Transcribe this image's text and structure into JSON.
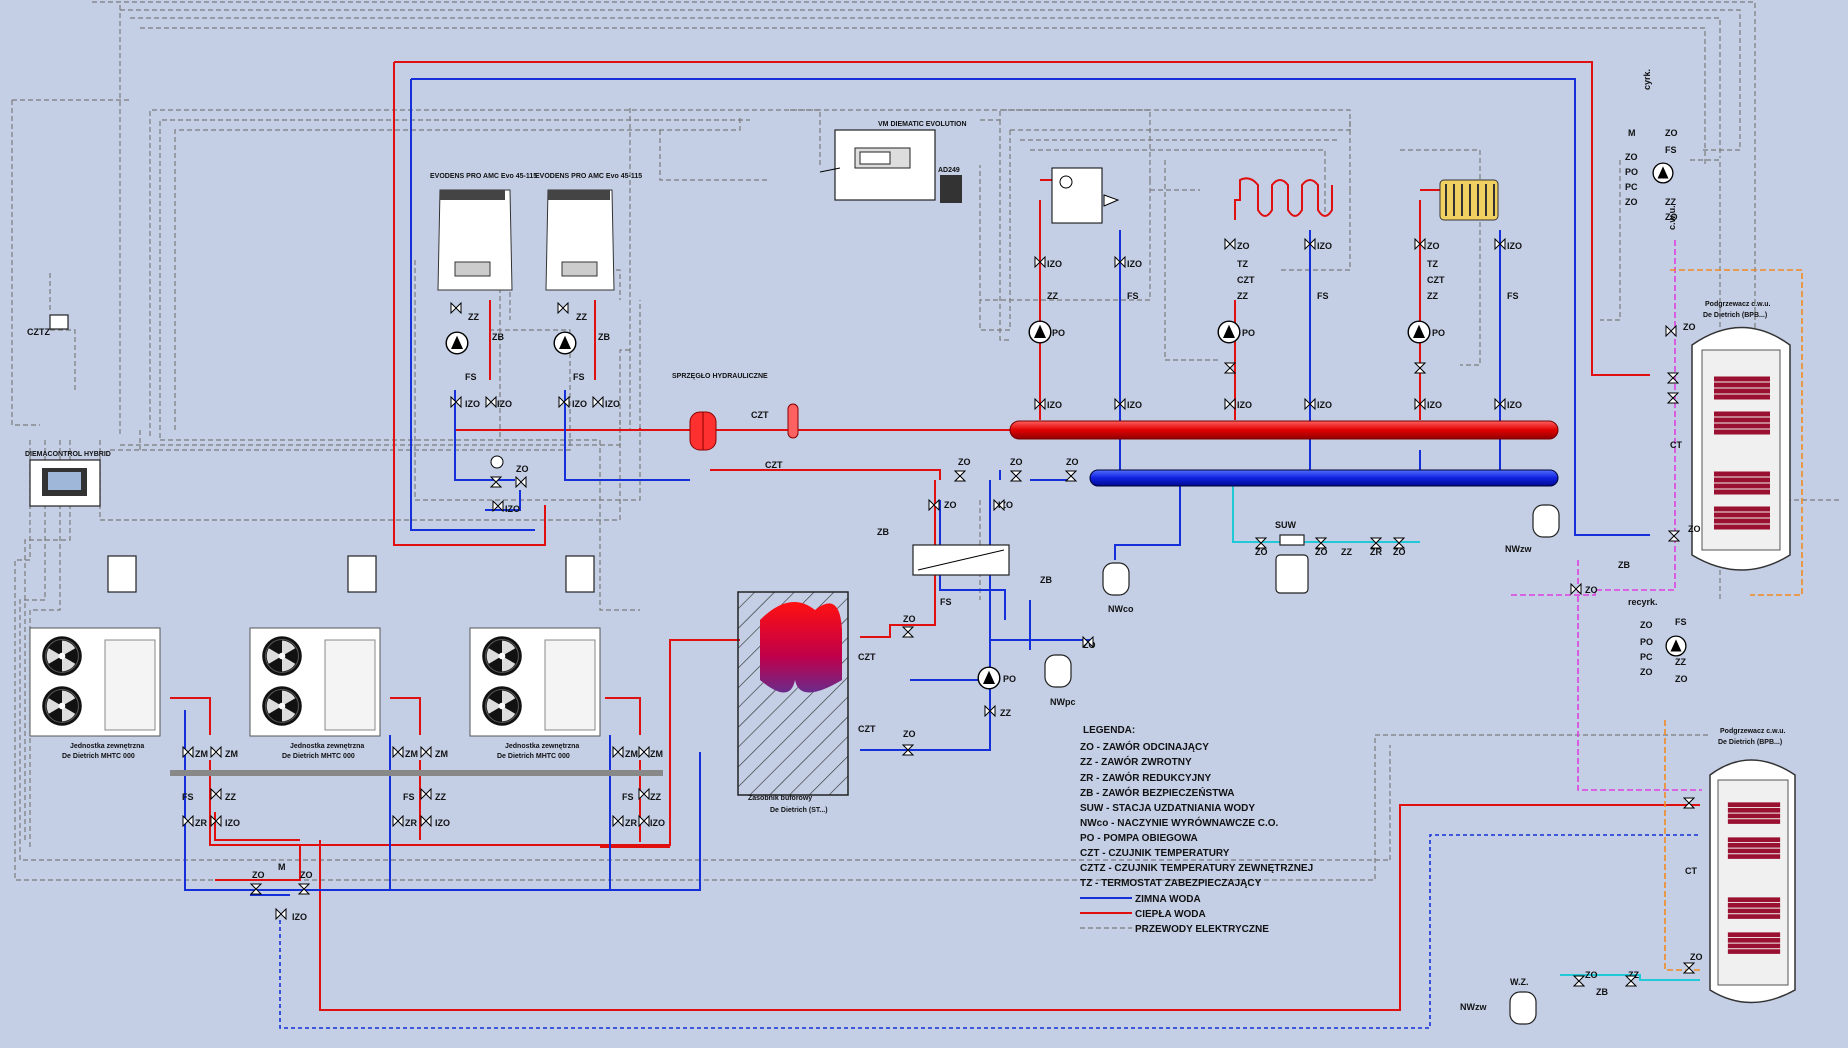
{
  "colors": {
    "hot": "#e01010",
    "cold": "#1530d8",
    "electric": "#7a7a7a",
    "background": "#c4cfe6"
  },
  "controllers": {
    "vm": "VM DIEMATIC EVOLUTION",
    "hybrid": "DIEMACONTROL HYBRID",
    "ad": "AD249"
  },
  "boilers": {
    "label1": "EVODENS PRO AMC Evo 45-115",
    "label2": "EVODENS PRO AMC Evo 45-115"
  },
  "components": {
    "sprzeglo": "SPRZĘGŁO HYDRAULICZNE",
    "buffer_label": "Zasobnik buforowy",
    "buffer_maker": "De Dietrich (ST...)",
    "suw": "SUW",
    "nwco": "NWco",
    "nwpc": "NWpc",
    "nwzw": "NWzw",
    "wz": "W.Z.",
    "cztz": "CZTZ",
    "cyrk": "cyrk.",
    "recyrk": "recyrk.",
    "cwu": "c.w.u.",
    "ct": "CT",
    "heater_label": "Podgrzewacz c.w.u.",
    "heater_maker": "De Dietrich (BPB...)"
  },
  "outdoor_units": [
    {
      "label": "Jednostka zewnętrzna",
      "model": "De Dietrich MHTC 000"
    },
    {
      "label": "Jednostka zewnętrzna",
      "model": "De Dietrich MHTC 000"
    },
    {
      "label": "Jednostka zewnętrzna",
      "model": "De Dietrich MHTC 000"
    }
  ],
  "tags": {
    "zo": "ZO",
    "izo": "IZO",
    "zz": "ZZ",
    "zb": "ZB",
    "fs": "FS",
    "po": "PO",
    "czt": "CZT",
    "tz": "TZ",
    "zm": "ZM",
    "zr": "ZR",
    "m": "M",
    "pc": "PC"
  },
  "legend": {
    "title": "LEGENDA:",
    "items": [
      "ZO - ZAWÓR ODCINAJĄCY",
      "ZZ - ZAWÓR ZWROTNY",
      "ZR - ZAWÓR REDUKCYJNY",
      "ZB - ZAWÓR BEZPIECZEŃSTWA",
      "SUW - STACJA UZDATNIANIA WODY",
      "NWco - NACZYNIE WYRÓWNAWCZE C.O.",
      "PO - POMPA OBIEGOWA",
      "CZT - CZUJNIK TEMPERATURY",
      "CZTZ - CZUJNIK TEMPERATURY ZEWNĘTRZNEJ",
      "TZ - TERMOSTAT ZABEZPIECZAJĄCY"
    ],
    "lines": [
      {
        "label": "ZIMNA WODA",
        "color": "#1530d8"
      },
      {
        "label": "CIEPŁA WODA",
        "color": "#e01010"
      },
      {
        "label": "PRZEWODY ELEKTRYCZNE",
        "color": "#7a7a7a"
      }
    ]
  }
}
